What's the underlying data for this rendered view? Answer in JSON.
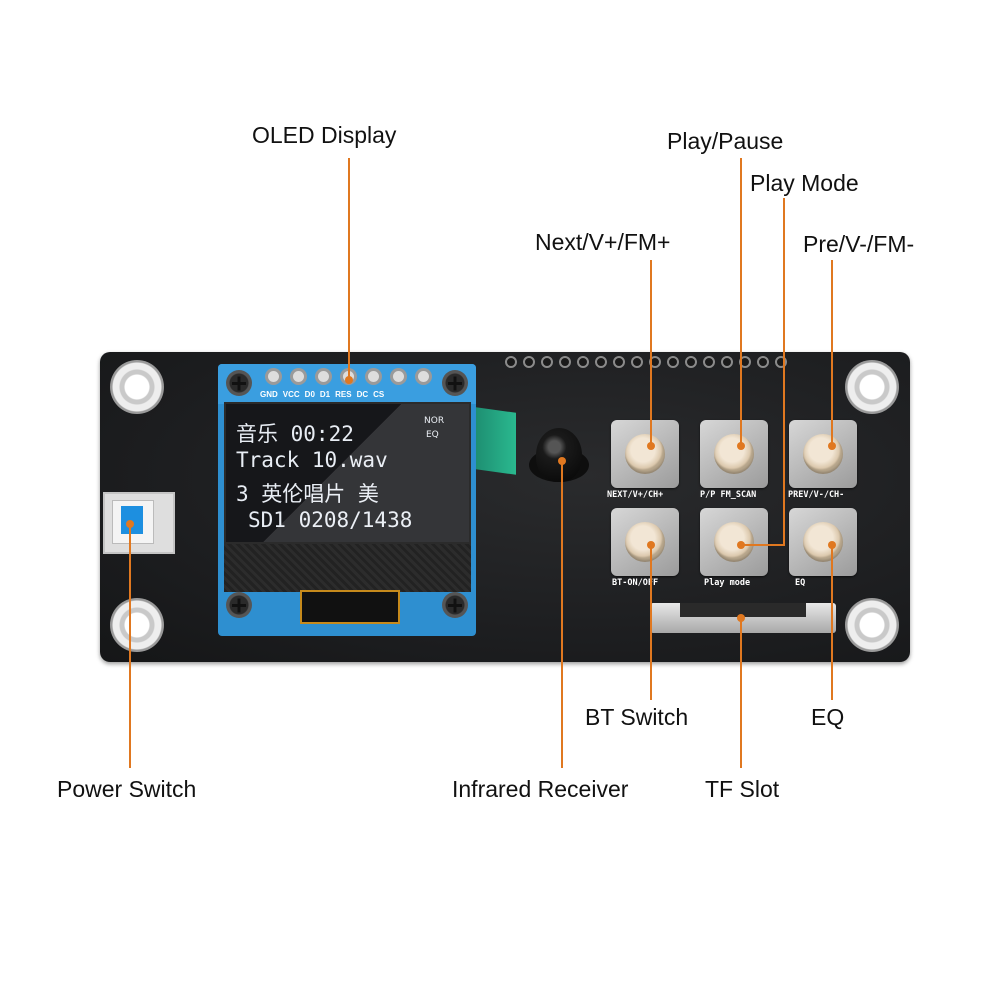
{
  "callouts": {
    "oled_display": "OLED Display",
    "play_pause": "Play/Pause",
    "play_mode": "Play Mode",
    "next": "Next/V+/FM+",
    "pre": "Pre/V-/FM-",
    "bt_switch": "BT Switch",
    "eq": "EQ",
    "power_switch": "Power Switch",
    "infrared_receiver": "Infrared Receiver",
    "tf_slot": "TF Slot"
  },
  "oled": {
    "pins": [
      "GND",
      "VCC",
      "D0",
      "D1",
      "RES",
      "DC",
      "CS"
    ],
    "lines": [
      "音乐 00:22",
      "Track 10.wav",
      "3 英伦唱片 美",
      "SD1 0208/1438"
    ],
    "badge_top": "NOR",
    "badge_mid": "EQ"
  },
  "buttons": {
    "next": "NEXT/V+/CH+",
    "play_pause": "P/P FM_SCAN",
    "prev": "PREV/V-/CH-",
    "bt": "BT-ON/OFF",
    "play_mode": "Play mode",
    "eq": "EQ"
  },
  "colors": {
    "leader": "#e07820",
    "board": "#1b1c1e",
    "oled_pcb": "#2e8fd0",
    "power_cap": "#1d8fe0"
  }
}
